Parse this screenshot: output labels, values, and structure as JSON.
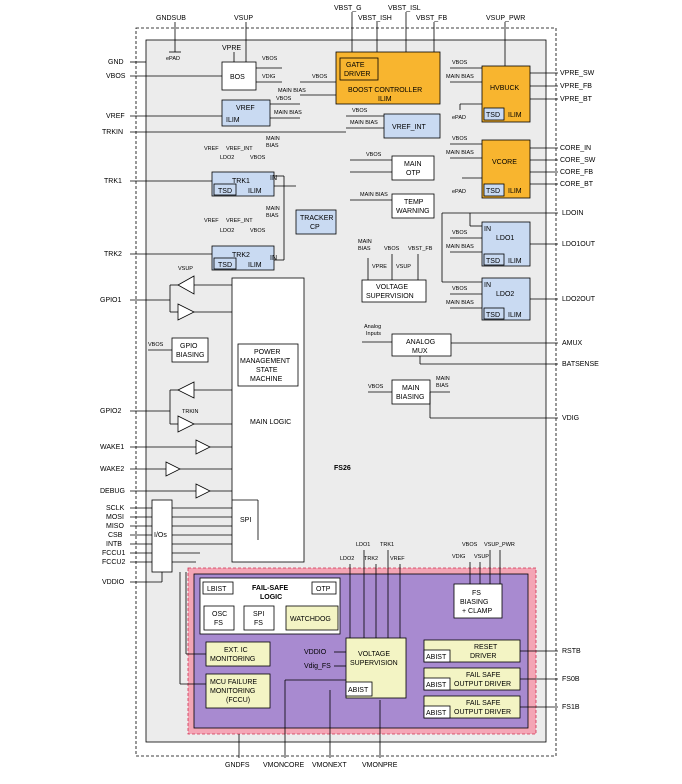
{
  "colors": {
    "orange": "#f8b52f",
    "blue": "#c9daf2",
    "purple": "#a88ad0",
    "pink": "#f4a5b5",
    "yellow": "#f3f4c4",
    "chip": "#ececec"
  },
  "chip_name": "FS26",
  "top_pins": {
    "gndsub": "GNDSUB",
    "vsup": "VSUP",
    "vbst_g": "VBST_G",
    "vbst_ish": "VBST_ISH",
    "vbst_isl": "VBST_ISL",
    "vbst_fb": "VBST_FB",
    "vsup_pwr": "VSUP_PWR"
  },
  "left_pins": {
    "gnd": "GND",
    "vbos": "VBOS",
    "vref": "VREF",
    "trkin": "TRKIN",
    "trk1": "TRK1",
    "trk2": "TRK2",
    "gpio1": "GPIO1",
    "gpio2": "GPIO2",
    "wake1": "WAKE1",
    "wake2": "WAKE2",
    "debug": "DEBUG",
    "sclk": "SCLK",
    "mosi": "MOSI",
    "miso": "MISO",
    "csb": "CSB",
    "intb": "INTB",
    "fccu1": "FCCU1",
    "fccu2": "FCCU2",
    "vddio": "VDDIO"
  },
  "right_pins": {
    "vpre_sw": "VPRE_SW",
    "vpre_fb": "VPRE_FB",
    "vpre_bt": "VPRE_BT",
    "core_in": "CORE_IN",
    "core_sw": "CORE_SW",
    "core_fb": "CORE_FB",
    "core_bt": "CORE_BT",
    "ldoin": "LDOIN",
    "ldo1out": "LDO1OUT",
    "ldo2out": "LDO2OUT",
    "amux": "AMUX",
    "batsense": "BATSENSE",
    "vdig": "VDIG",
    "rstb": "RSTB",
    "fs0b": "FS0B",
    "fs1b": "FS1B"
  },
  "bottom_pins": {
    "gndfs": "GNDFS",
    "vmoncore": "VMONCORE",
    "vmonext": "VMONEXT",
    "vmonpre": "VMONPRE"
  },
  "blocks": {
    "bos": "BOS",
    "vpre": "VPRE",
    "vbos": "VBOS",
    "vdig": "VDIG",
    "main_bias": "MAIN BIAS",
    "main": "MAIN",
    "bias": "BIAS",
    "gate": "GATE",
    "driver": "DRIVER",
    "boost_controller": "BOOST CONTROLLER",
    "ilim": "ILIM",
    "vref": "VREF",
    "vref_int": "VREF_INT",
    "hvbuck": "HVBUCK",
    "tsd": "TSD",
    "epad": "ePAD",
    "trk1": "TRK1",
    "trk2": "TRK2",
    "in": "IN",
    "ldo2": "LDO2",
    "ldo1": "LDO1",
    "otp": "OTP",
    "temp": "TEMP",
    "warning": "WARNING",
    "tracker": "TRACKER",
    "cp": "CP",
    "vcore": "VCORE",
    "vbst_fb": "VBST_FB",
    "vsup": "VSUP",
    "voltage": "VOLTAGE",
    "supervision": "SUPERVISION",
    "gpio": "GPIO",
    "biasing": "BIASING",
    "power": "POWER",
    "management": "MANAGEMENT",
    "state": "STATE",
    "machine": "MACHINE",
    "main_logic": "MAIN LOGIC",
    "analog": "ANALOG",
    "mux": "MUX",
    "analog_in1": "Analog",
    "analog_in2": "Inputs",
    "spi": "SPI",
    "ios": "I/Os",
    "trkin": "TRKIN",
    "lbist": "LBIST",
    "failsafe": "FAIL-SAFE",
    "logic": "LOGIC",
    "osc": "OSC",
    "fs": "FS",
    "watchdog": "WATCHDOG",
    "ext_ic": "EXT. IC",
    "monitoring": "MONITORING",
    "mcu_failure": "MCU FAILURE",
    "fccu": "(FCCU)",
    "vddio": "VDDIO",
    "vdig_fs": "Vdig_FS",
    "abist": "ABIST",
    "trk_1": "TRK1",
    "trk_2": "TRK2",
    "vsup_pwr": "VSUP_PWR",
    "fs_biasing": "BIASING",
    "clamp": "+ CLAMP",
    "reset": "RESET",
    "driver2": "DRIVER",
    "fail_safe": "FAIL SAFE",
    "output_driver": "OUTPUT DRIVER"
  }
}
